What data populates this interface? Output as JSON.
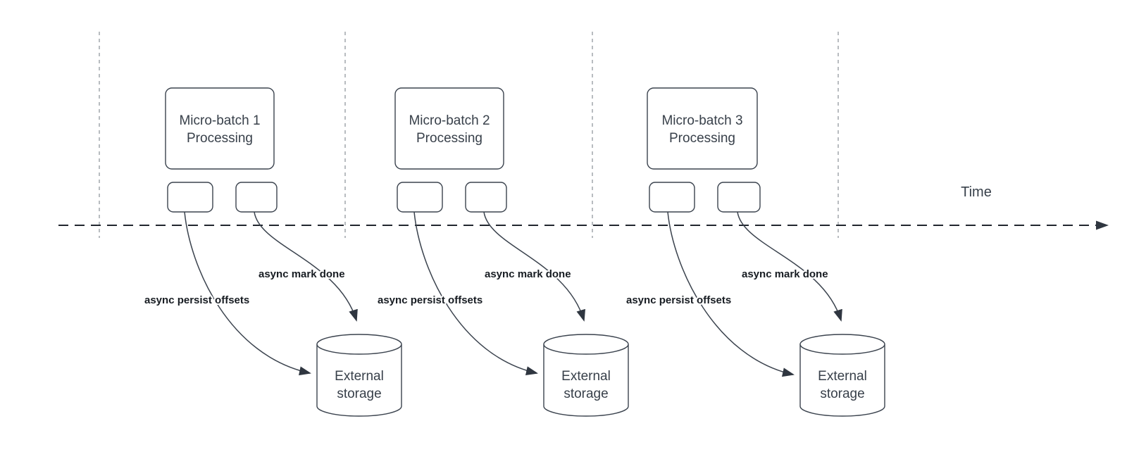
{
  "diagram": {
    "time_axis": {
      "label": "Time"
    },
    "batches": [
      {
        "title_line1": "Micro-batch 1",
        "title_line2": "Processing",
        "persist_label": "async persist offsets",
        "done_label": "async mark done",
        "storage": {
          "line1": "External",
          "line2": "storage"
        }
      },
      {
        "title_line1": "Micro-batch 2",
        "title_line2": "Processing",
        "persist_label": "async persist offsets",
        "done_label": "async mark done",
        "storage": {
          "line1": "External",
          "line2": "storage"
        }
      },
      {
        "title_line1": "Micro-batch 3",
        "title_line2": "Processing",
        "persist_label": "async persist offsets",
        "done_label": "async mark done",
        "storage": {
          "line1": "External",
          "line2": "storage"
        }
      }
    ],
    "colors": {
      "background": "#ffffff",
      "shape_fill": "#ffffff",
      "shape_stroke": "#3b434e",
      "guide_line": "#9aa0a6",
      "timeline": "#21262e",
      "shape_text": "#38404a",
      "label_text": "#171c22"
    }
  }
}
